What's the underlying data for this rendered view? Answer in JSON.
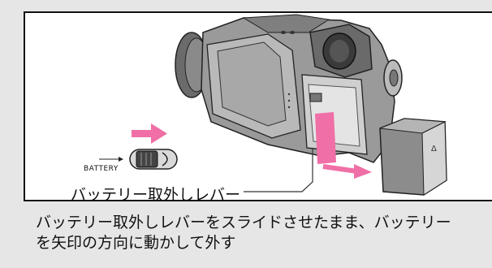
{
  "illustration": {
    "battery_switch_label": "BATTERY",
    "lever_label": "バッテリー取外しレバー",
    "arrow_color": "#ef6fa6"
  },
  "caption": {
    "line1": "バッテリー取外しレバーをスライドさせたまま、バッテリー",
    "line2": "を矢印の方向に動かして外す"
  }
}
